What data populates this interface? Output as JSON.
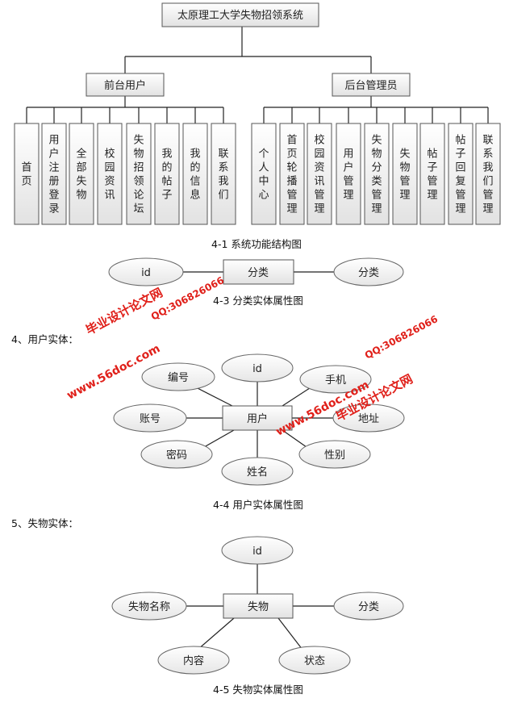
{
  "figure1": {
    "root": "太原理工大学失物招领系统",
    "front": {
      "label": "前台用户",
      "items": [
        "首页",
        "用户注册登录",
        "全部失物",
        "校园资讯",
        "失物招领论坛",
        "我的帖子",
        "我的信息",
        "联系我们"
      ]
    },
    "back": {
      "label": "后台管理员",
      "items": [
        "个人中心",
        "首页轮播管理",
        "校园资讯管理",
        "用户管理",
        "失物分类管理",
        "失物管理",
        "帖子管理",
        "帖子回复管理",
        "联系我们管理"
      ]
    },
    "caption": "4-1 系统功能结构图"
  },
  "figure3": {
    "entity": "分类",
    "attributes": [
      "id",
      "分类"
    ],
    "caption": "4-3 分类实体属性图"
  },
  "section4": "4、用户实体：",
  "figure4": {
    "entity": "用户",
    "attributes": [
      "编号",
      "id",
      "手机",
      "账号",
      "地址",
      "密码",
      "性别",
      "姓名"
    ],
    "caption": "4-4 用户实体属性图"
  },
  "section5": "5、失物实体：",
  "figure5": {
    "entity": "失物",
    "attributes": [
      "id",
      "失物名称",
      "分类",
      "内容",
      "状态"
    ],
    "caption": "4-5 失物实体属性图"
  },
  "watermarks": {
    "site": "www.56doc.com",
    "brand": "毕业设计论文网",
    "qq": "QQ:306826066"
  }
}
